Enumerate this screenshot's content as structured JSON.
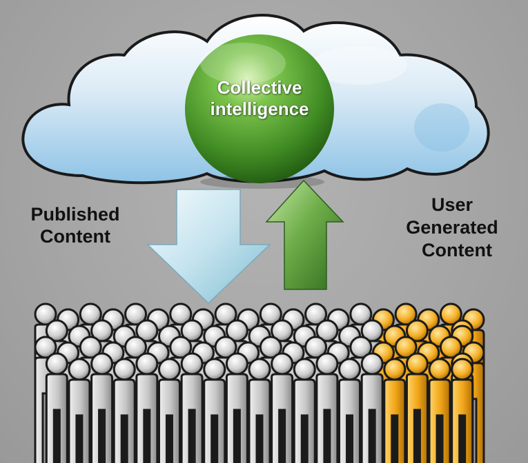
{
  "title": "Collective intelligence",
  "cloud": {
    "orb_label_line1": "Collective",
    "orb_label_line2": "intelligence"
  },
  "flows": {
    "down_label_line1": "Published",
    "down_label_line2": "Content",
    "up_label_line1": "User",
    "up_label_line2": "Generated",
    "up_label_line3": "Content"
  },
  "crowd": {
    "columns": 20,
    "rows": 4,
    "highlighted_columns": 5,
    "color_grey": "#c9c9c9",
    "color_highlight": "#f2a81a"
  },
  "colors": {
    "background": "#a6a6a6",
    "orb": "#4f9a2a",
    "cloud": "#a8d2ee",
    "down_arrow": "#bfe0ea",
    "up_arrow": "#5a9440"
  }
}
